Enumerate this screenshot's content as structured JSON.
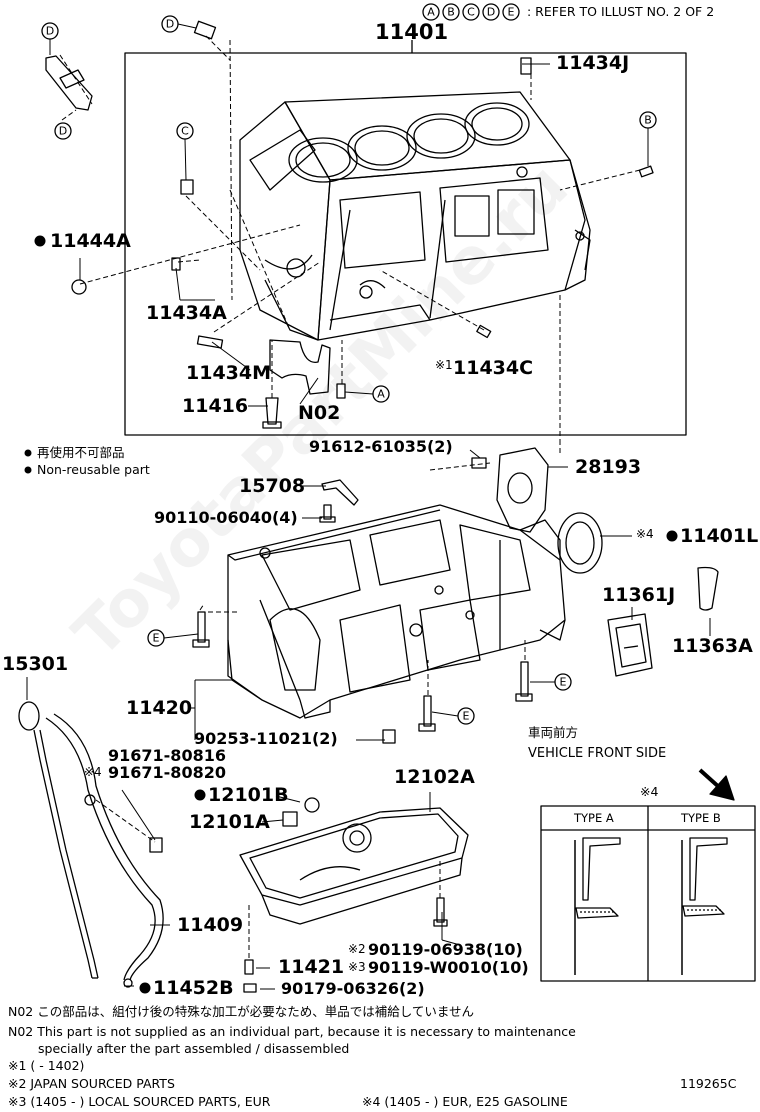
{
  "header": {
    "letters": [
      "A",
      "B",
      "C",
      "D",
      "E"
    ],
    "note": ": REFER TO ILLUST NO. 2 OF 2"
  },
  "legend": {
    "jp": "再使用不可部品",
    "en": "Non-reusable part"
  },
  "parts": {
    "p11401": "11401",
    "p11434J": "11434J",
    "p11444A": "11444A",
    "p11434A": "11434A",
    "p11434M": "11434M",
    "p11434C": "11434C",
    "p11416": "11416",
    "pN02": "N02",
    "p91612": "91612-61035(2)",
    "p28193": "28193",
    "p15708": "15708",
    "p90110": "90110-06040(4)",
    "p11401L": "11401L",
    "p11361J": "11361J",
    "p11363A": "11363A",
    "p15301": "15301",
    "p11420": "11420",
    "p90253": "90253-11021(2)",
    "p91671a": "91671-80816",
    "p91671b": "91671-80820",
    "p12101B": "12101B",
    "p12101A": "12101A",
    "p12102A": "12102A",
    "p11409": "11409",
    "p11421": "11421",
    "p90119a": "90119-06938(10)",
    "p90119b": "90119-W0010(10)",
    "p11452B": "11452B",
    "p90179": "90179-06326(2)"
  },
  "marks": {
    "m1": "※1",
    "m2": "※2",
    "m3": "※3",
    "m4": "※4"
  },
  "callouts": {
    "A": "A",
    "B": "B",
    "C": "C",
    "D": "D",
    "E": "E"
  },
  "front": {
    "jp": "車両前方",
    "en": "VEHICLE FRONT SIDE"
  },
  "types": {
    "mark": "※4",
    "a": "TYPE A",
    "b": "TYPE B"
  },
  "notes": {
    "n1": "N02  この部品は、組付け後の特殊な加工が必要なため、単品では補給していません",
    "n2": "N02  This part is not supplied as an individual part, because it is necessary to maintenance",
    "n3": "specially after the part assembled / disassembled",
    "n4": "※1 (          -  1402)",
    "n5": "※2 JAPAN SOURCED PARTS",
    "n6": "※3 (1405  -        ) LOCAL SOURCED PARTS, EUR",
    "n7": "※4 (1405  -        ) EUR, E25 GASOLINE",
    "code": "119265C"
  },
  "watermark": "ToyotaPartMine.ru"
}
